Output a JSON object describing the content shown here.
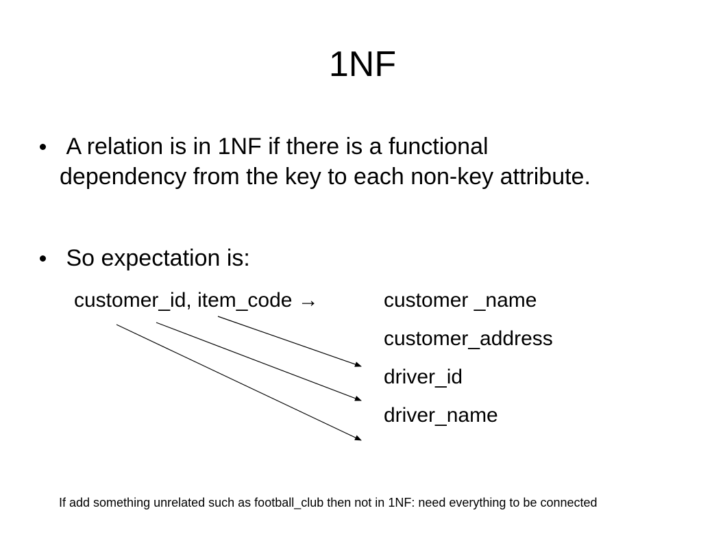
{
  "slide": {
    "title": "1NF",
    "bullets": [
      " A relation is in 1NF if there is a functional dependency from the key to each non-key attribute.",
      " So expectation is:"
    ],
    "dependency": {
      "determinant": "customer_id, item_code →",
      "dependents": [
        "customer _name",
        "customer_address",
        "driver_id",
        "driver_name"
      ]
    },
    "footnote": "If add something unrelated such as football_club then not in 1NF: need everything to be connected"
  }
}
